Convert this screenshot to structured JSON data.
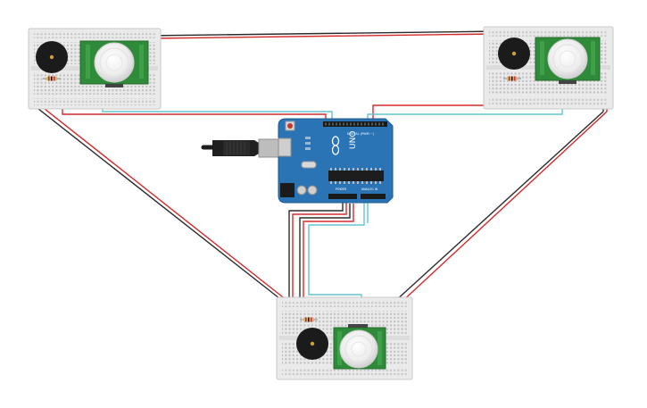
{
  "circuit": {
    "arduino": {
      "brand_text": "UNO",
      "digital_label": "DIGITAL (PWM ~)",
      "power_label": "POWER",
      "analog_label": "ANALOG IN"
    },
    "breadboards": [
      {
        "id": "top-left",
        "components": [
          "buzzer",
          "pir-sensor",
          "resistor"
        ]
      },
      {
        "id": "top-right",
        "components": [
          "buzzer",
          "pir-sensor",
          "resistor"
        ]
      },
      {
        "id": "bottom",
        "components": [
          "buzzer",
          "pir-sensor",
          "resistor"
        ]
      }
    ],
    "colors": {
      "wire_power": "#d42a2a",
      "wire_ground": "#2b2b2b",
      "wire_signal": "#66c4d1",
      "board": "#2a74b6",
      "breadboard": "#eaeaea",
      "pir_pcb": "#2f8a3a",
      "usb_cable": "#1e1e1e"
    }
  }
}
